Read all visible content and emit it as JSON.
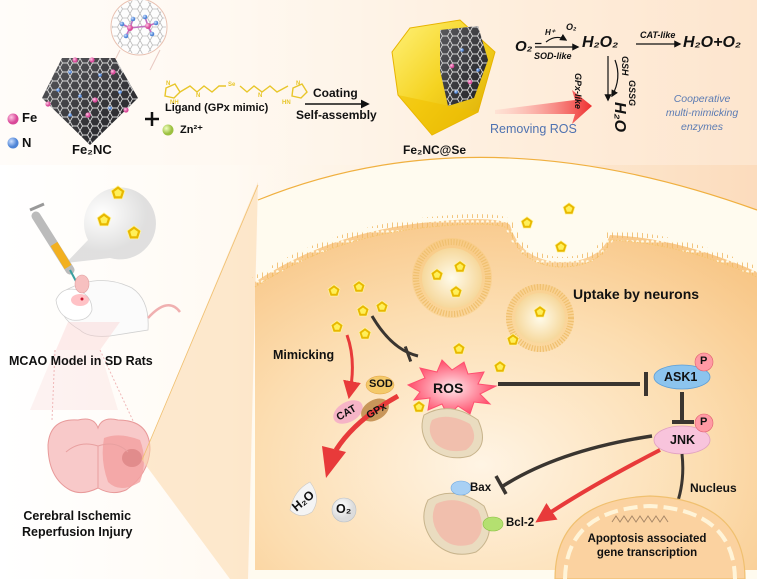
{
  "top": {
    "legend": [
      {
        "element": "Fe",
        "color": "#e060a8"
      },
      {
        "element": "N",
        "color": "#6a9ee0"
      }
    ],
    "fe2nc_label": "Fe₂NC",
    "plus": "+",
    "ligand_label": "Ligand (GPx mimic)",
    "ligand_color": "#e8c62a",
    "ligand_atoms": [
      "N",
      "NH",
      "N",
      "Se",
      "N",
      "N",
      "HN"
    ],
    "zn_label": "Zn²⁺",
    "zn_color": "#b8d468",
    "arrow_top_label": "Coating",
    "arrow_bottom_label": "Self-assembly",
    "product_label": "Fe₂NC@Se",
    "removing_ros_label": "Removing ROS",
    "reaction": {
      "reactant": "O₂⁻",
      "h_plus": "H⁺",
      "o2_release": "O₂",
      "sod_label": "SOD-like",
      "h2o2": "H₂O₂",
      "cat_label": "CAT-like",
      "cat_product": "H₂O+O₂",
      "gpx_label": "GPx-like",
      "gsh_label": "GSH",
      "gssg_label": "GSSG",
      "gpx_product": "H₂O"
    },
    "cooperative_label": [
      "Cooperative",
      "multi-mimicking",
      "enzymes"
    ]
  },
  "left": {
    "mcao_label": "MCAO Model in SD Rats",
    "injury_label": [
      "Cerebral Ischemic",
      "Reperfusion Injury"
    ]
  },
  "cell": {
    "uptake_label": "Uptake by neurons",
    "mimicking_label": "Mimicking",
    "enzymes": [
      {
        "name": "SOD",
        "color": "#f4c96a"
      },
      {
        "name": "CAT",
        "color": "#f6b4c6"
      },
      {
        "name": "GPx",
        "color": "#c8965a"
      }
    ],
    "ros_label": "ROS",
    "products": [
      "H₂O",
      "O₂"
    ],
    "ask1_label": "ASK1",
    "jnk_label": "JNK",
    "phospho_label": "P",
    "bax_label": "Bax",
    "bcl2_label": "Bcl-2",
    "nucleus_label": "Nucleus",
    "gene_label": [
      "Apoptosis associated",
      "gene transcription"
    ]
  },
  "colors": {
    "inhibit_line": "#3a3530",
    "activate_arrow": "#e83a3a",
    "nanozyme": "#f5d321",
    "membrane": "#f2c270",
    "cytoplasm": "#fbd7a5"
  }
}
